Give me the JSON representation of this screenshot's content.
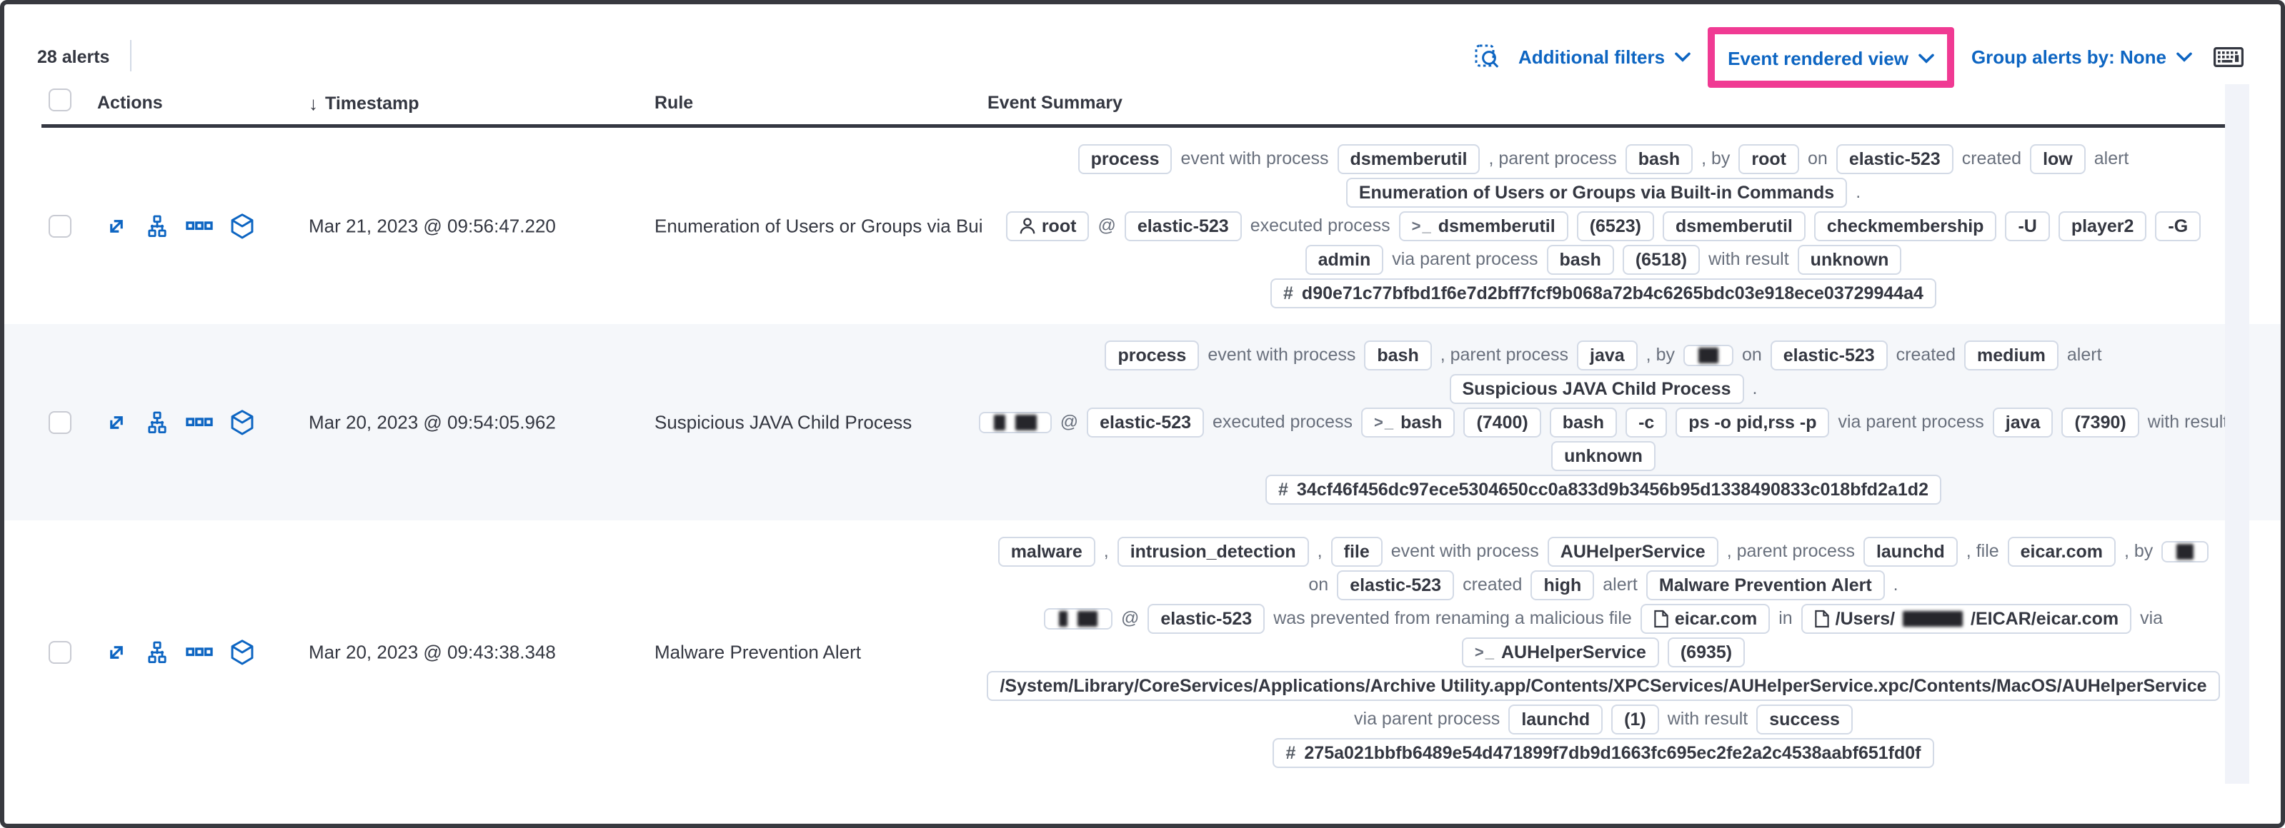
{
  "colors": {
    "link_blue": "#0d65c2",
    "highlight_pink": "#f03a93",
    "badge_border": "#d3dae6",
    "text_dark": "#343741",
    "text_gray": "#69707d",
    "row_stripe": "#f5f7fa"
  },
  "toolbar": {
    "alert_count": "28 alerts",
    "additional_filters_label": "Additional filters",
    "view_selector_label": "Event rendered view",
    "group_alerts_label": "Group alerts by: None"
  },
  "table_header": {
    "actions": "Actions",
    "timestamp": "Timestamp",
    "sort_direction": "descending",
    "rule": "Rule",
    "event_summary": "Event Summary"
  },
  "row_actions": [
    "expand",
    "analyzer",
    "more-actions",
    "session-view"
  ],
  "rows": [
    {
      "timestamp": "Mar 21, 2023 @ 09:56:47.220",
      "rule": "Enumeration of Users or Groups via Bui",
      "striped": false,
      "summary": [
        [
          {
            "kind": "badge",
            "text": "process"
          },
          {
            "kind": "text",
            "text": "event with process"
          },
          {
            "kind": "badge",
            "text": "dsmemberutil"
          },
          {
            "kind": "text",
            "text": ", parent process"
          },
          {
            "kind": "badge",
            "text": "bash"
          },
          {
            "kind": "text",
            "text": ", by"
          },
          {
            "kind": "badge",
            "text": "root"
          },
          {
            "kind": "text",
            "text": "on"
          },
          {
            "kind": "badge",
            "text": "elastic-523"
          },
          {
            "kind": "text",
            "text": "created"
          },
          {
            "kind": "badge",
            "text": "low"
          },
          {
            "kind": "text",
            "text": "alert"
          }
        ],
        [
          {
            "kind": "badge",
            "text": "Enumeration of Users or Groups via Built-in Commands"
          },
          {
            "kind": "text",
            "text": "."
          }
        ],
        [
          {
            "kind": "badge",
            "text": "root",
            "icon": "user"
          },
          {
            "kind": "text",
            "text": "@"
          },
          {
            "kind": "badge",
            "text": "elastic-523"
          },
          {
            "kind": "text",
            "text": "executed process"
          },
          {
            "kind": "badge",
            "text": "dsmemberutil",
            "icon": "terminal"
          },
          {
            "kind": "badge",
            "text": "(6523)"
          },
          {
            "kind": "badge",
            "text": "dsmemberutil"
          },
          {
            "kind": "badge",
            "text": "checkmembership"
          },
          {
            "kind": "badge",
            "text": "-U"
          },
          {
            "kind": "badge",
            "text": "player2"
          },
          {
            "kind": "badge",
            "text": "-G"
          }
        ],
        [
          {
            "kind": "badge",
            "text": "admin"
          },
          {
            "kind": "text",
            "text": "via parent process"
          },
          {
            "kind": "badge",
            "text": "bash"
          },
          {
            "kind": "badge",
            "text": "(6518)"
          },
          {
            "kind": "text",
            "text": "with result"
          },
          {
            "kind": "badge",
            "text": "unknown"
          }
        ],
        [
          {
            "kind": "badge",
            "text": "d90e71c77bfbd1f6e7d2bff7fcf9b068a72b4c6265bdc03e918ece03729944a4",
            "icon": "hash"
          }
        ]
      ]
    },
    {
      "timestamp": "Mar 20, 2023 @ 09:54:05.962",
      "rule": "Suspicious JAVA Child Process",
      "striped": true,
      "summary": [
        [
          {
            "kind": "badge",
            "text": "process"
          },
          {
            "kind": "text",
            "text": "event with process"
          },
          {
            "kind": "badge",
            "text": "bash"
          },
          {
            "kind": "text",
            "text": ", parent process"
          },
          {
            "kind": "badge",
            "text": "java"
          },
          {
            "kind": "text",
            "text": ", by"
          },
          {
            "kind": "badge",
            "parts": [
              {
                "redacted": 14
              }
            ]
          },
          {
            "kind": "text",
            "text": "on"
          },
          {
            "kind": "badge",
            "text": "elastic-523"
          },
          {
            "kind": "text",
            "text": "created"
          },
          {
            "kind": "badge",
            "text": "medium"
          },
          {
            "kind": "text",
            "text": "alert"
          }
        ],
        [
          {
            "kind": "badge",
            "text": "Suspicious JAVA Child Process"
          },
          {
            "kind": "text",
            "text": "."
          }
        ],
        [
          {
            "kind": "badge",
            "parts": [
              {
                "redacted": 8
              },
              {
                "redacted": 15
              }
            ]
          },
          {
            "kind": "text",
            "text": "@"
          },
          {
            "kind": "badge",
            "text": "elastic-523"
          },
          {
            "kind": "text",
            "text": "executed process"
          },
          {
            "kind": "badge",
            "text": "bash",
            "icon": "terminal"
          },
          {
            "kind": "badge",
            "text": "(7400)"
          },
          {
            "kind": "badge",
            "text": "bash"
          },
          {
            "kind": "badge",
            "text": "-c"
          },
          {
            "kind": "badge",
            "text": "ps -o pid,rss -p"
          },
          {
            "kind": "text",
            "text": "via parent process"
          },
          {
            "kind": "badge",
            "text": "java"
          },
          {
            "kind": "badge",
            "text": "(7390)"
          },
          {
            "kind": "text",
            "text": "with result"
          }
        ],
        [
          {
            "kind": "badge",
            "text": "unknown"
          }
        ],
        [
          {
            "kind": "badge",
            "text": "34cf46f456dc97ece5304650cc0a833d9b3456b95d1338490833c018bfd2a1d2",
            "icon": "hash"
          }
        ]
      ]
    },
    {
      "timestamp": "Mar 20, 2023 @ 09:43:38.348",
      "rule": "Malware Prevention Alert",
      "striped": false,
      "summary": [
        [
          {
            "kind": "badge",
            "text": "malware"
          },
          {
            "kind": "text",
            "text": ","
          },
          {
            "kind": "badge",
            "text": "intrusion_detection"
          },
          {
            "kind": "text",
            "text": ","
          },
          {
            "kind": "badge",
            "text": "file"
          },
          {
            "kind": "text",
            "text": "event with process"
          },
          {
            "kind": "badge",
            "text": "AUHelperService"
          },
          {
            "kind": "text",
            "text": ", parent process"
          },
          {
            "kind": "badge",
            "text": "launchd"
          },
          {
            "kind": "text",
            "text": ", file"
          },
          {
            "kind": "badge",
            "text": "eicar.com"
          },
          {
            "kind": "text",
            "text": ", by"
          },
          {
            "kind": "badge",
            "parts": [
              {
                "redacted": 12
              }
            ]
          }
        ],
        [
          {
            "kind": "text",
            "text": "on"
          },
          {
            "kind": "badge",
            "text": "elastic-523"
          },
          {
            "kind": "text",
            "text": "created"
          },
          {
            "kind": "badge",
            "text": "high"
          },
          {
            "kind": "text",
            "text": "alert"
          },
          {
            "kind": "badge",
            "text": "Malware Prevention Alert"
          },
          {
            "kind": "text",
            "text": "."
          }
        ],
        [
          {
            "kind": "badge",
            "parts": [
              {
                "redacted": 6
              },
              {
                "redacted": 14
              }
            ]
          },
          {
            "kind": "text",
            "text": "@"
          },
          {
            "kind": "badge",
            "text": "elastic-523"
          },
          {
            "kind": "text",
            "text": "was prevented from renaming a malicious file"
          },
          {
            "kind": "badge",
            "text": "eicar.com",
            "icon": "file"
          },
          {
            "kind": "text",
            "text": "in"
          },
          {
            "kind": "badge",
            "icon": "file",
            "parts": [
              {
                "text": "/Users/"
              },
              {
                "redacted": 42
              },
              {
                "text": "/EICAR/eicar.com"
              }
            ]
          },
          {
            "kind": "text",
            "text": "via"
          }
        ],
        [
          {
            "kind": "badge",
            "text": "AUHelperService",
            "icon": "terminal"
          },
          {
            "kind": "badge",
            "text": "(6935)"
          }
        ],
        [
          {
            "kind": "badge",
            "text": "/System/Library/CoreServices/Applications/Archive Utility.app/Contents/XPCServices/AUHelperService.xpc/Contents/MacOS/AUHelperService"
          }
        ],
        [
          {
            "kind": "text",
            "text": "via parent process"
          },
          {
            "kind": "badge",
            "text": "launchd"
          },
          {
            "kind": "badge",
            "text": "(1)"
          },
          {
            "kind": "text",
            "text": "with result"
          },
          {
            "kind": "badge",
            "text": "success"
          }
        ],
        [
          {
            "kind": "badge",
            "text": "275a021bbfb6489e54d471899f7db9d1663fc695ec2fe2a2c4538aabf651fd0f",
            "icon": "hash"
          }
        ]
      ]
    }
  ]
}
